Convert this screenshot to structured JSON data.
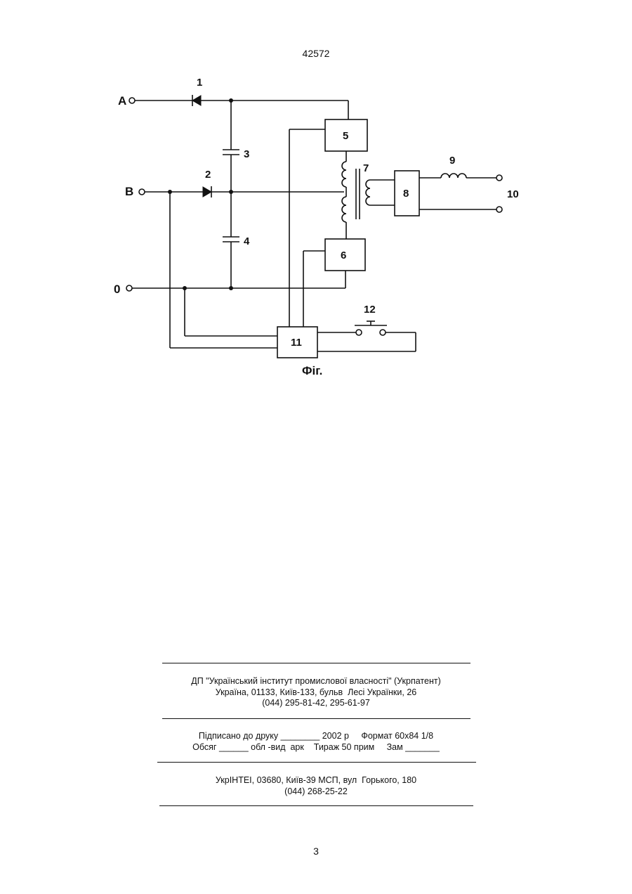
{
  "header": {
    "document_number": "42572"
  },
  "figure": {
    "caption": "Фіг.",
    "terminals": {
      "a": "A",
      "b": "B",
      "zero": "0"
    },
    "labels": {
      "diode_1": "1",
      "diode_2": "2",
      "capacitor_3": "3",
      "capacitor_4": "4",
      "block_5": "5",
      "block_6": "6",
      "transformer_7": "7",
      "block_8": "8",
      "inductor_9": "9",
      "output_10": "10",
      "block_11": "11",
      "switch_12": "12"
    }
  },
  "imprint": {
    "publisher": [
      "ДП \"Український інститут промислової власності\" (Укрпатент)",
      "Україна, 01133, Київ-133, бульв  Лесі Українки, 26",
      "(044) 295-81-42, 295-61-97"
    ],
    "print_info": [
      "Підписано до друку ________ 2002 р     Формат 60х84 1/8",
      "Обсяг ______ обл -вид  арк    Тираж 50 прим     Зам _______"
    ],
    "printer": [
      "УкрІНТЕІ, 03680, Київ-39 МСП, вул  Горького, 180",
      "(044) 268-25-22"
    ]
  },
  "footer": {
    "page_number": "3"
  }
}
